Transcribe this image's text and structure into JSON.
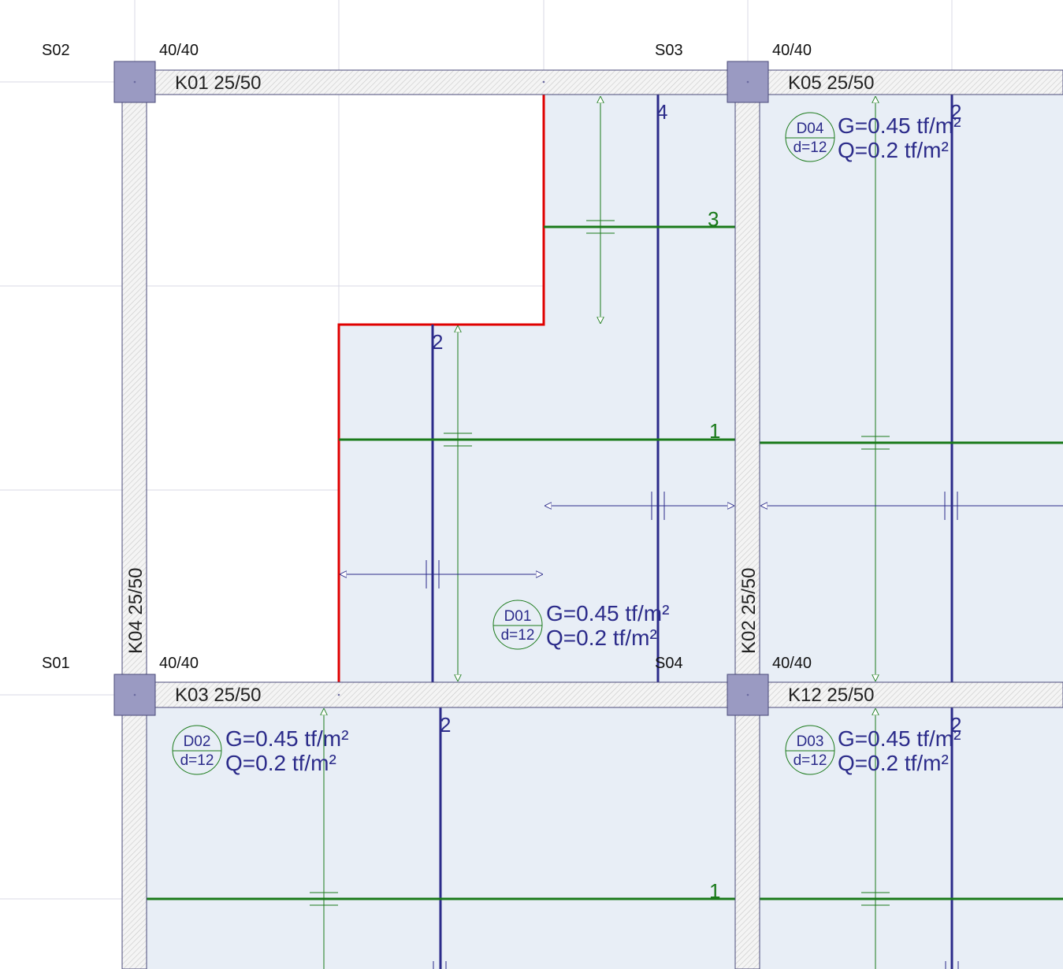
{
  "colors": {
    "slab_fill": "#e8eef6",
    "beam_fill": "#f3f3f3",
    "beam_stroke": "#4a4a7a",
    "column_fill": "#9a9ac2",
    "rebar_blue": "#2b2b8a",
    "rebar_green": "#1a7a1a",
    "opening_red": "#e00000",
    "grid": "#d6d6e6"
  },
  "columns": [
    {
      "name": "S02",
      "size": "40/40"
    },
    {
      "name": "S03",
      "size": "40/40"
    },
    {
      "name": "S01",
      "size": "40/40"
    },
    {
      "name": "S04",
      "size": "40/40"
    }
  ],
  "beams": [
    {
      "name": "K01 25/50"
    },
    {
      "name": "K05 25/50"
    },
    {
      "name": "K03 25/50"
    },
    {
      "name": "K12 25/50"
    },
    {
      "name": "K04 25/50"
    },
    {
      "name": "K02 25/50"
    }
  ],
  "slabs": [
    {
      "id": "D04",
      "thickness": "d=12",
      "g": "G=0.45 tf/m²",
      "q": "Q=0.2 tf/m²"
    },
    {
      "id": "D01",
      "thickness": "d=12",
      "g": "G=0.45 tf/m²",
      "q": "Q=0.2 tf/m²"
    },
    {
      "id": "D02",
      "thickness": "d=12",
      "g": "G=0.45 tf/m²",
      "q": "Q=0.2 tf/m²"
    },
    {
      "id": "D03",
      "thickness": "d=12",
      "g": "G=0.45 tf/m²",
      "q": "Q=0.2 tf/m²"
    }
  ],
  "rebar_marks": {
    "blue_4": "4",
    "blue_2_a": "2",
    "blue_2_b": "2",
    "blue_2_c": "2",
    "blue_2_d": "2",
    "green_3": "3",
    "green_1_a": "1",
    "green_1_b": "1"
  }
}
